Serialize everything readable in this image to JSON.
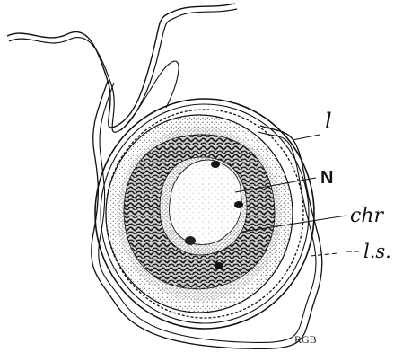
{
  "figure": {
    "labels": {
      "l": "l",
      "n": "N",
      "chr": "chr",
      "ls": "l.s."
    },
    "monogram": "RGB",
    "colors": {
      "ink": "#111111",
      "paper": "#ffffff",
      "stipple_light": "#d9d9d9",
      "stipple_dark": "#3a3a3a"
    }
  }
}
